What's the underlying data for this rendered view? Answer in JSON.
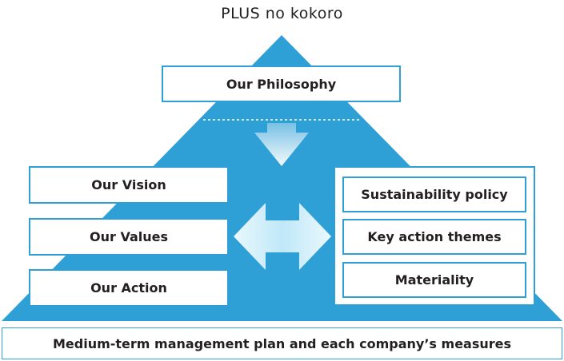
{
  "title": "PLUS no kokoro",
  "philosophy": "Our Philosophy",
  "left_items": [
    "Our Vision",
    "Our Values",
    "Our Action"
  ],
  "right_items": [
    "Sustainability policy",
    "Key action themes",
    "Materiality"
  ],
  "bottom": "Medium-term management plan and each company’s measures",
  "colors": {
    "pyramid": "#2fa0d6",
    "box_border": "#2fa0d6",
    "arrow_fill": "#cfeefb",
    "text": "#231f20",
    "background": "#ffffff"
  }
}
